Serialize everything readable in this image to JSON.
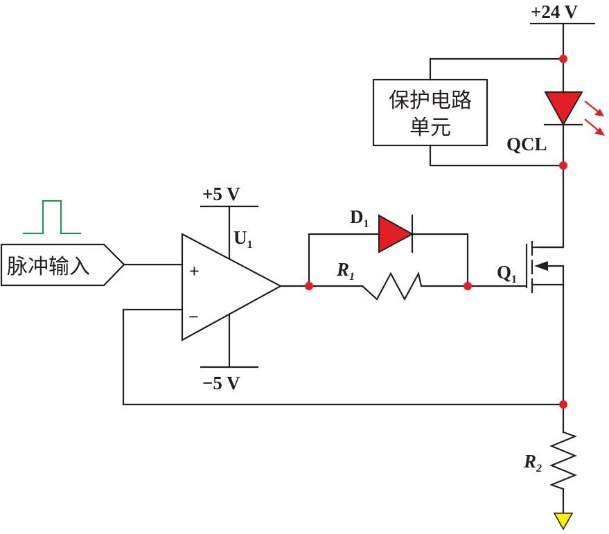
{
  "diagram": {
    "type": "circuit-schematic",
    "supplies": {
      "vcc_main": "+24 V",
      "opamp_pos": "+5 V",
      "opamp_neg": "−5 V"
    },
    "components": {
      "opamp": {
        "ref": "U",
        "sub": "1",
        "plus": "+",
        "minus": "−"
      },
      "diode": {
        "ref": "D",
        "sub": "1"
      },
      "resistor1": {
        "ref": "R",
        "sub": "1"
      },
      "resistor2": {
        "ref": "R",
        "sub": "2"
      },
      "mosfet": {
        "ref": "Q",
        "sub": "1"
      },
      "laser": {
        "ref": "QCL"
      },
      "protection": {
        "line1": "保护电路",
        "line2": "单元"
      },
      "input": {
        "label": "脉冲输入"
      }
    },
    "colors": {
      "wire": "#231f20",
      "junction": "#e31e24",
      "diode_fill": "#e31e24",
      "pulse": "#1a9850",
      "ground": "#fff200"
    }
  }
}
